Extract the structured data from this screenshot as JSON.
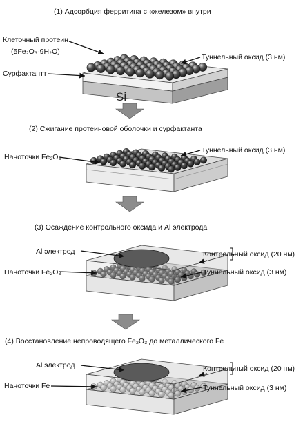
{
  "steps": [
    {
      "title": "(1) Адсорбция ферритина с «железом» внутри",
      "labels": {
        "protein": "Клеточный протеин",
        "protein_formula": "(5Fe₂O₃·9H₂O)",
        "surfactant": "Сурфактантт",
        "tunnel": "Туннельный оксид  (3 нм)",
        "substrate": "Si"
      }
    },
    {
      "title": "(2) Сжигание протеиновой оболочки и сурфактанта",
      "labels": {
        "dots": "Наноточки Fe₂O₃",
        "tunnel": "Туннельный оксид  (3 нм)"
      }
    },
    {
      "title": "(3) Осаждение контрольного оксида и Al электрода",
      "labels": {
        "electrode": "Al  электрод",
        "dots": "Наноточки Fe₂O₃",
        "control": "Контрольный оксид  (20 нм)",
        "tunnel": "Туннельный оксид  (3 нм)"
      }
    },
    {
      "title": "(4) Восстановление непроводящего Fe₂O₃ до металлического Fe",
      "labels": {
        "electrode": "Al  электрод",
        "dots": "Наноточки Fe",
        "control": "Контрольный оксид  (20 нм)",
        "tunnel": "Туннельный оксид  (3 нм)"
      }
    }
  ],
  "colors": {
    "dark_dot": "#2a2a2a",
    "light_dot": "#8a8a8a",
    "arrow": "#8c8c8c",
    "electrode": "#5a5a5a",
    "box_side": "#bdbdbd"
  }
}
